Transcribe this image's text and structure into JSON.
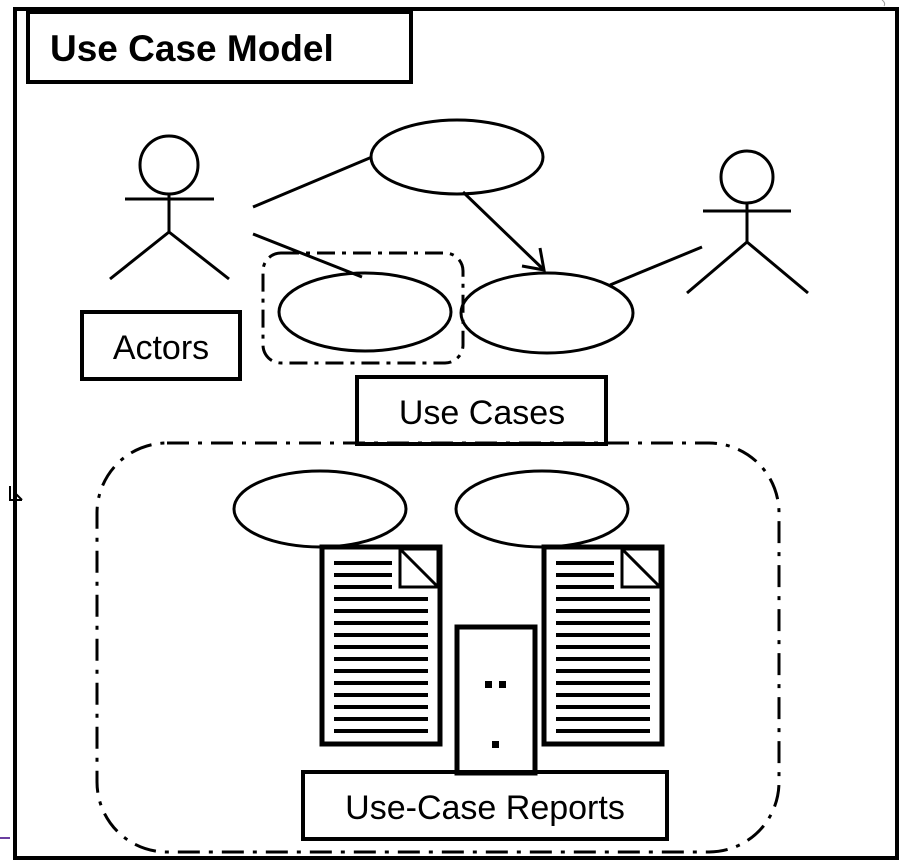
{
  "diagram": {
    "title": "Use Case Model",
    "labels": {
      "actors": "Actors",
      "use_cases": "Use Cases",
      "use_case_reports": "Use-Case Reports"
    },
    "ellipsis": "..."
  }
}
